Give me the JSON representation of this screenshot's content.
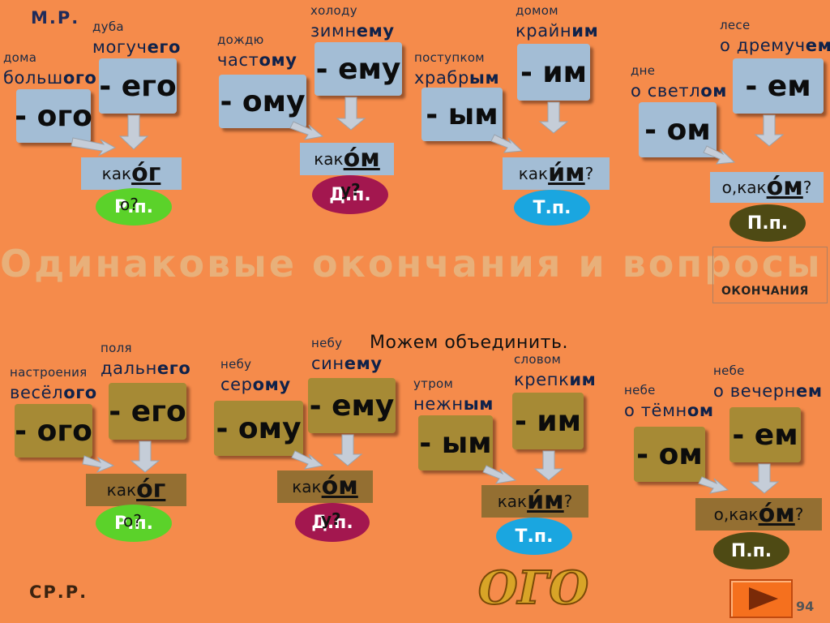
{
  "headers": {
    "masc": "М.Р.",
    "neut": "СР.Р."
  },
  "top": {
    "g1": {
      "noun_a": "дома",
      "adj_a_stem": "больш",
      "adj_a_end": "ого",
      "noun_b": "дуба",
      "adj_b_stem": "могуч",
      "adj_b_end": "его",
      "box_a": "- ого",
      "box_b": "- его",
      "q_stem": "как",
      "q_end": "о́г",
      "q_tail": "о?",
      "case": "Р.п."
    },
    "g2": {
      "noun_a": "дождю",
      "adj_a_stem": "част",
      "adj_a_end": "ому",
      "noun_b": "холоду",
      "adj_b_stem": "зимн",
      "adj_b_end": "ему",
      "box_a": "- ому",
      "box_b": "- ему",
      "q_stem": "как",
      "q_end": "о́м",
      "q_tail": "у?",
      "case": "Д.п."
    },
    "g3": {
      "noun_a": "поступком",
      "adj_a_stem": "храбр",
      "adj_a_end": "ым",
      "noun_b": "домом",
      "adj_b_stem": "крайн",
      "adj_b_end": "им",
      "box_a": "- ым",
      "box_b": "- им",
      "q_stem": "как",
      "q_end": "и́м",
      "q_tail": "?",
      "case": "Т.п."
    },
    "g4": {
      "noun_a": "дне",
      "adj_a_stem": "о светл",
      "adj_a_end": "ом",
      "noun_b": "лесе",
      "adj_b_stem": "о дремуч",
      "adj_b_end": "ем",
      "box_a": "- ом",
      "box_b": "- ем",
      "q_pre": "о, ",
      "q_stem": "как",
      "q_end": "о́м",
      "q_tail": "?",
      "case": "П.п."
    }
  },
  "banner": "Одинаковые окончания и вопросы",
  "endings_label": "ОКОНЧАНИЯ",
  "unify": "Можем объединить.",
  "bottom": {
    "g1": {
      "noun_a": "настроения",
      "adj_a_stem": "весёл",
      "adj_a_end": "ого",
      "noun_b": "поля",
      "adj_b_stem": "дальн",
      "adj_b_end": "его",
      "box_a": "- ого",
      "box_b": "- его",
      "q_stem": "как",
      "q_end": "о́г",
      "q_tail": "о?",
      "case": "Р.п."
    },
    "g2": {
      "noun_a": "небу",
      "adj_a_stem": "сер",
      "adj_a_end": "ому",
      "noun_b": "небу",
      "adj_b_stem": "син",
      "adj_b_end": "ему",
      "box_a": "- ому",
      "box_b": "- ему",
      "q_stem": "как",
      "q_end": "о́м",
      "q_tail": "у?",
      "case": "Д.п."
    },
    "g3": {
      "noun_a": "утром",
      "adj_a_stem": "нежн",
      "adj_a_end": "ым",
      "noun_b": "словом",
      "adj_b_stem": "крепк",
      "adj_b_end": "им",
      "box_a": "- ым",
      "box_b": "- им",
      "q_stem": "как",
      "q_end": "и́м",
      "q_tail": "?",
      "case": "Т.п."
    },
    "g4": {
      "noun_a": "небе",
      "adj_a_stem": "о тёмн",
      "adj_a_end": "ом",
      "noun_b": "небе",
      "adj_b_stem": "о вечерн",
      "adj_b_end": "ем",
      "box_a": "- ом",
      "box_b": "- ем",
      "q_pre": "о, ",
      "q_stem": "как",
      "q_end": "о́м",
      "q_tail": "?",
      "case": "П.п."
    }
  },
  "logo_text": "ОГО",
  "page_number": "94",
  "colors": {
    "background": "#f58b4b",
    "blue_box": "#a3bdd5",
    "olive_box": "#a68a35",
    "green": "#5bd22a",
    "magenta": "#a3174f",
    "cyan": "#1aa6e0",
    "dark_olive": "#4e4a14"
  }
}
